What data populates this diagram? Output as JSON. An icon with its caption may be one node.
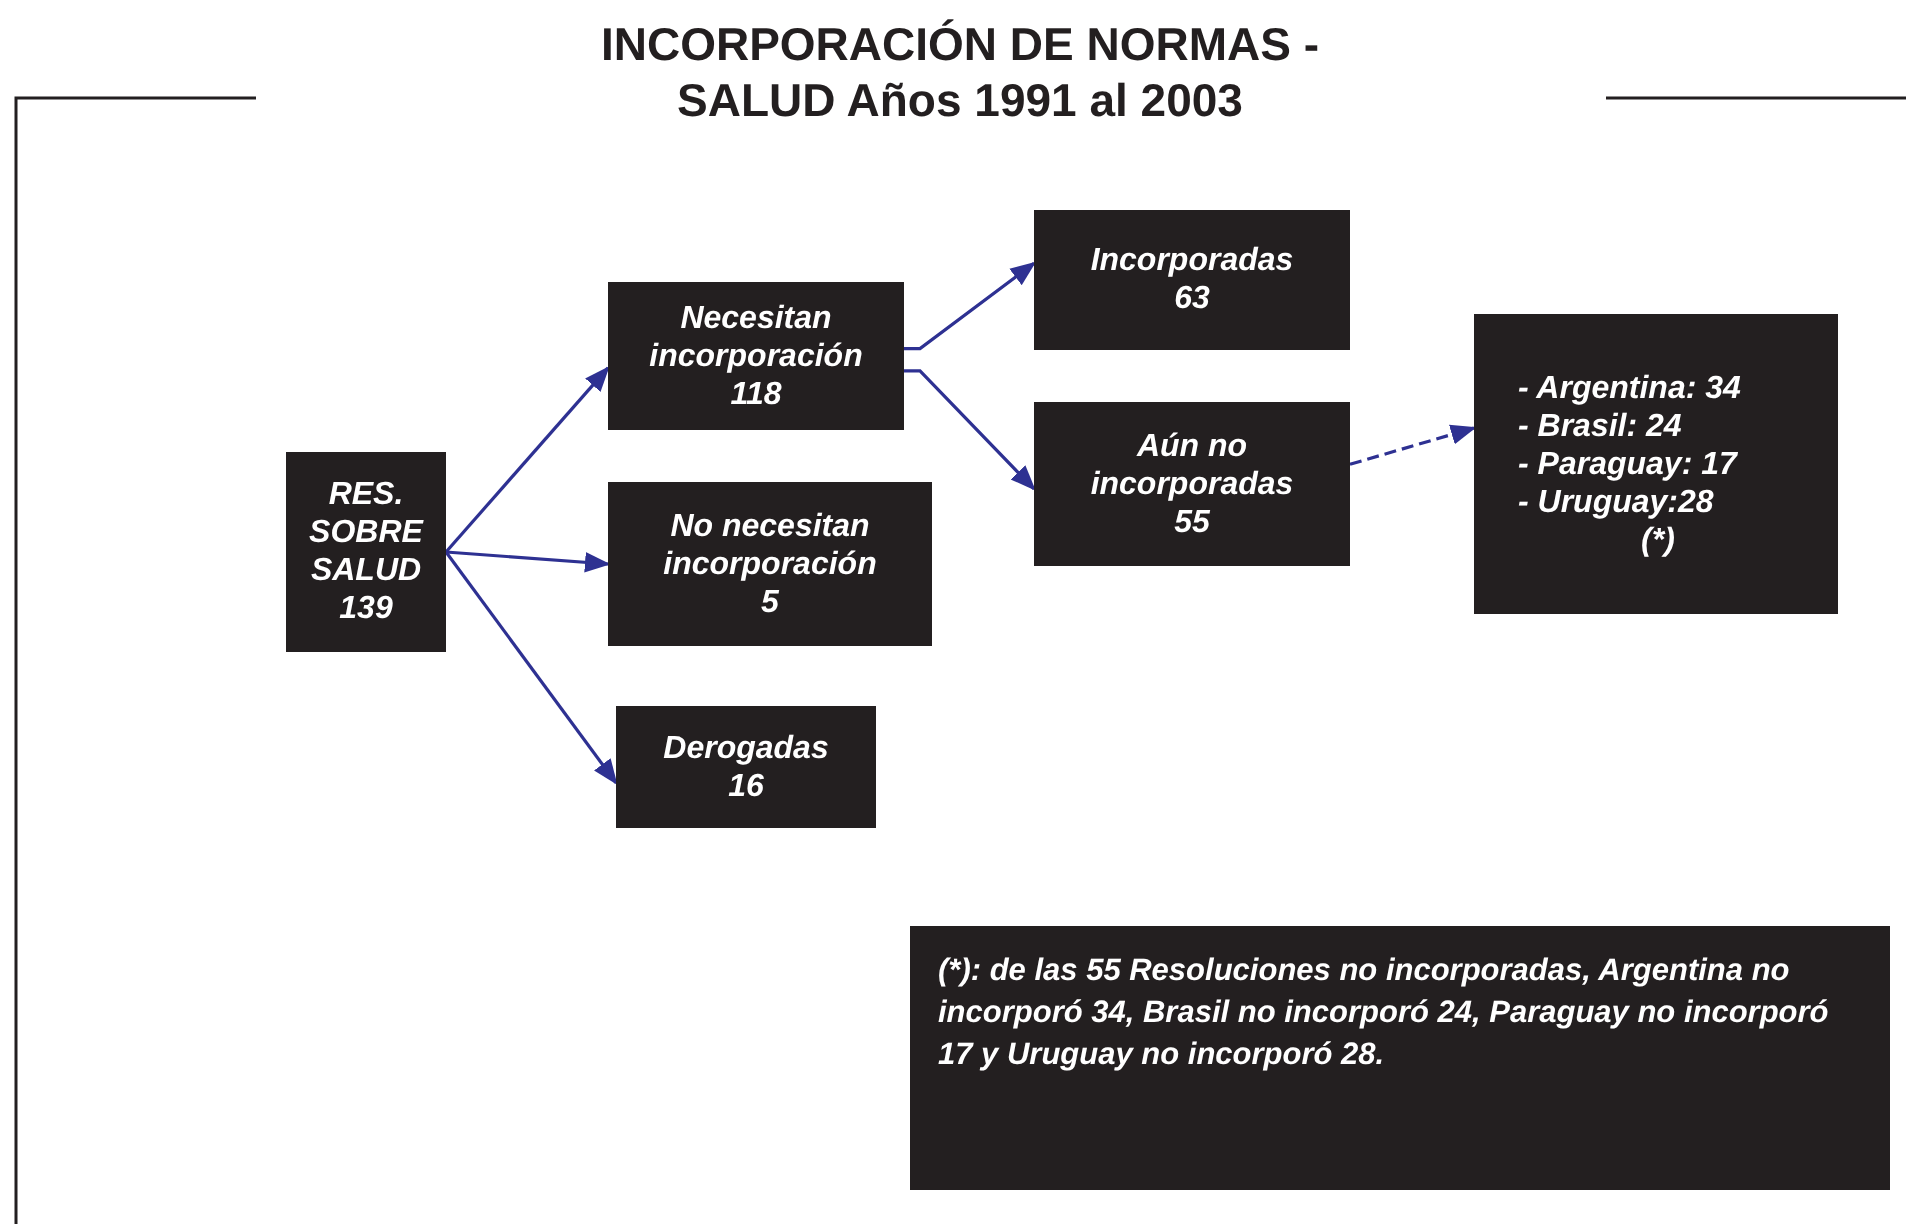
{
  "diagram": {
    "title": "INCORPORACIÓN DE NORMAS - SALUD Años 1991 al 2003",
    "nodes": [
      {
        "text": [
          "RES. SOBRE SALUD",
          "139"
        ]
      },
      {
        "text": [
          "Necesitan incorporación",
          "118"
        ]
      },
      {
        "text": [
          "No necesitan incorporación",
          "5"
        ]
      },
      {
        "text": [
          "Derogadas",
          "16"
        ]
      },
      {
        "text": [
          "Incorporadas",
          "63"
        ]
      },
      {
        "text": [
          "Aún no incorporadas",
          "55"
        ]
      },
      {
        "text": [
          "- Argentina: 34",
          "- Brasil: 24",
          "- Paraguay: 17",
          "- Uruguay:28",
          "(*)"
        ]
      },
      {
        "text": [
          "(*): de las 55 Resoluciones no incorporadas, Argentina no incorporó 34, Brasil no incorporó 24, Paraguay no incorporó 17 y Uruguay no incorporó 28."
        ]
      }
    ],
    "edges": [
      {
        "from": 0,
        "to": 1,
        "arrow": "to"
      },
      {
        "from": 0,
        "to": 2,
        "arrow": "to"
      },
      {
        "from": 0,
        "to": 3,
        "arrow": "to"
      },
      {
        "from": 1,
        "to": 4,
        "arrow": "to"
      },
      {
        "from": 1,
        "to": 5,
        "arrow": "to"
      },
      {
        "from": 5,
        "to": 6,
        "arrow": "to",
        "style": "dashed"
      }
    ]
  }
}
